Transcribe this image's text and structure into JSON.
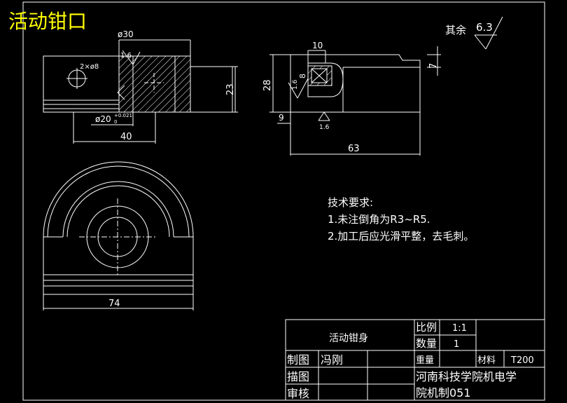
{
  "colors": {
    "background": "#000000",
    "line": "#ffffff",
    "title": "#ffff00"
  },
  "drawing_title": "活动钳口",
  "surface_other": "其余",
  "roughness": {
    "main": "6.3",
    "face": "1.6"
  },
  "dimensions": {
    "d30": "ø30",
    "holes": "2×ø8",
    "d20": "ø20",
    "tol_upper": "+0.021",
    "tol_lower": "0",
    "w40": "40",
    "h23": "23",
    "w10": "10",
    "h28": "28",
    "h8": "8",
    "h7": "7",
    "h9": "9",
    "w63": "63",
    "w74": "74"
  },
  "tech": {
    "heading": "技术要求:",
    "item1": "1.未注倒角为R3~R5.",
    "item2": "2.加工后应光滑平整，去毛刺。"
  },
  "title_block": {
    "part_name": "活动钳身",
    "scale_label": "比例",
    "scale_value": "1:1",
    "qty_label": "数量",
    "qty_value": "1",
    "weight_label": "重量",
    "material_label": "材料",
    "material_value": "T200",
    "drawn_label": "制图",
    "drawn_value": "冯刚",
    "traced_label": "描图",
    "checked_label": "审核",
    "school_line1": "河南科技学院机电学",
    "school_line2": "院机制051"
  }
}
